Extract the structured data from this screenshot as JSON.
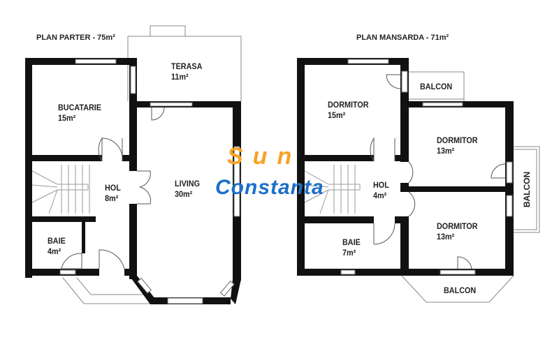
{
  "ground_floor": {
    "title": "PLAN PARTER - 75m²",
    "rooms": [
      {
        "name": "TERASA",
        "area": "11m²"
      },
      {
        "name": "BUCATARIE",
        "area": "15m²"
      },
      {
        "name": "HOL",
        "area": "8m²"
      },
      {
        "name": "LIVING",
        "area": "30m²"
      },
      {
        "name": "BAIE",
        "area": "4m²"
      }
    ]
  },
  "attic_floor": {
    "title": "PLAN MANSARDA - 71m²",
    "rooms": [
      {
        "name": "DORMITOR",
        "area": "15m²"
      },
      {
        "name": "BALCON",
        "area": ""
      },
      {
        "name": "DORMITOR",
        "area": "13m²"
      },
      {
        "name": "HOL",
        "area": "4m²"
      },
      {
        "name": "DORMITOR",
        "area": "13m²"
      },
      {
        "name": "BAIE",
        "area": "7m²"
      },
      {
        "name": "BALCON",
        "area": ""
      },
      {
        "name": "BALCON",
        "area": ""
      }
    ]
  },
  "watermark": {
    "line1": "Sun",
    "line2": "Constanta"
  }
}
